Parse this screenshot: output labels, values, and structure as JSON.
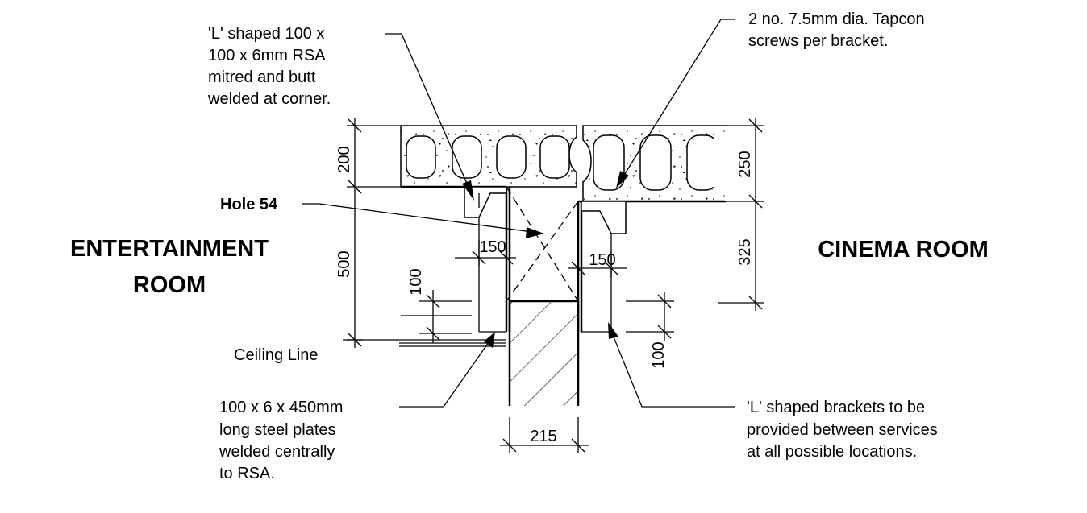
{
  "rooms": {
    "left_line1": "ENTERTAINMENT",
    "left_line2": "ROOM",
    "right": "CINEMA ROOM"
  },
  "notes": {
    "rsa": [
      "'L' shaped 100 x",
      "100 x 6mm RSA",
      "mitred and butt",
      "welded at corner."
    ],
    "screws": [
      "2 no. 7.5mm dia. Tapcon",
      "screws per bracket."
    ],
    "hole": "Hole 54",
    "ceiling": "Ceiling Line",
    "plates": [
      "100 x 6 x 450mm",
      "long steel plates",
      "welded centrally",
      "to RSA."
    ],
    "brackets": [
      "'L' shaped brackets to be",
      "provided between services",
      "at all possible locations."
    ]
  },
  "dimensions": {
    "slab_left": "200",
    "slab_right": "250",
    "drop_left": "500",
    "drop_right": "325",
    "bracket_left": "150",
    "bracket_right": "150",
    "plate_left": "100",
    "plate_right": "100",
    "wall": "215"
  }
}
